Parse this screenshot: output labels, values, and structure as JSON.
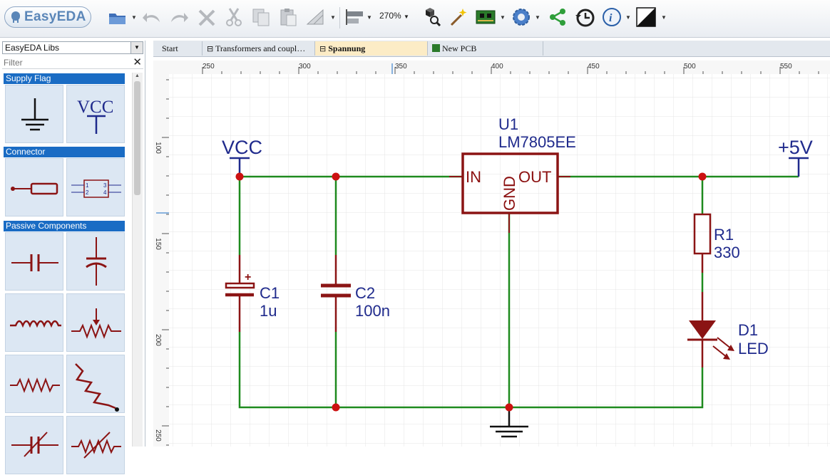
{
  "app": {
    "logo_text": "EasyEDA"
  },
  "toolbar": {
    "zoom": "270%",
    "icons": [
      "open-folder-icon",
      "undo-icon",
      "redo-icon",
      "delete-icon",
      "cut-icon",
      "copy-icon",
      "paste-icon",
      "ruler-icon",
      "align-icon",
      "zoom-level",
      "bom-icon",
      "wand-icon",
      "pcb-icon",
      "settings-icon",
      "share-icon",
      "history-icon",
      "info-icon",
      "theme-icon"
    ]
  },
  "library": {
    "selector": "EasyEDA Libs",
    "filter_placeholder": "Filter",
    "categories": [
      {
        "label": "Supply Flag",
        "items": [
          "ground-symbol",
          "vcc-symbol"
        ],
        "vcc_text": "VCC"
      },
      {
        "label": "Connector",
        "items": [
          "single-pin-connector",
          "header-2x2"
        ],
        "pin_numbers": [
          "1",
          "2",
          "3",
          "4"
        ]
      },
      {
        "label": "Passive Components",
        "items": [
          "capacitor-horizontal",
          "capacitor-vertical",
          "inductor",
          "potentiometer",
          "resistor",
          "resistor-vertical",
          "variable-capacitor",
          "variable-resistor"
        ]
      }
    ]
  },
  "tabs": [
    {
      "label": "Start",
      "icon": ""
    },
    {
      "label": "Transformers and coupl…",
      "icon": "schematic-icon"
    },
    {
      "label": "Spannung",
      "icon": "schematic-icon",
      "active": true
    },
    {
      "label": "New PCB",
      "icon": "pcb-icon"
    }
  ],
  "rulers": {
    "horizontal": [
      "250",
      "300",
      "350",
      "400",
      "450",
      "500",
      "550"
    ],
    "vertical": [
      "100",
      "150",
      "200",
      "250"
    ]
  },
  "schematic": {
    "u1_ref": "U1",
    "u1_value": "LM7805EE",
    "u1_pins": {
      "in": "IN",
      "out": "OUT",
      "gnd": "GND"
    },
    "vcc_label": "VCC",
    "plus5_label": "+5V",
    "c1_ref": "C1",
    "c1_value": "1u",
    "c2_ref": "C2",
    "c2_value": "100n",
    "r1_ref": "R1",
    "r1_value": "330",
    "d1_ref": "D1",
    "d1_value": "LED",
    "c1_plus": "+"
  },
  "colors": {
    "wire": "#1e8a1e",
    "component": "#8b1414",
    "label": "#1f2a8c",
    "junction": "#cc1111",
    "accent": "#1a6cc4"
  }
}
